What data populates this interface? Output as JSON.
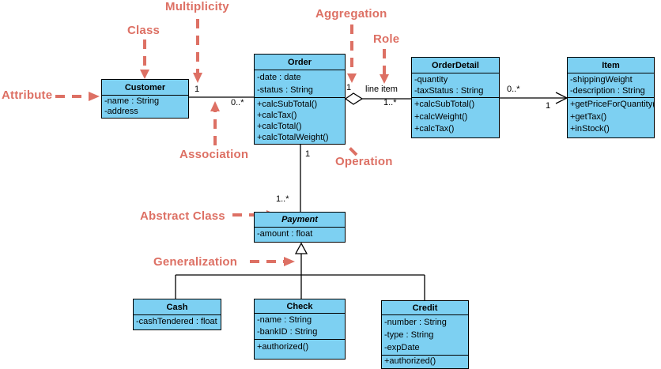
{
  "colors": {
    "box_fill": "#7dd0f2",
    "box_border": "#000000",
    "annotation": "#dd7064",
    "background": "#ffffff"
  },
  "classes": {
    "customer": {
      "name": "Customer",
      "attributes": [
        "-name : String",
        "-address"
      ],
      "operations": []
    },
    "order": {
      "name": "Order",
      "attributes": [
        "-date : date",
        "-status : String"
      ],
      "operations": [
        "+calcSubTotal()",
        "+calcTax()",
        "+calcTotal()",
        "+calcTotalWeight()"
      ]
    },
    "orderDetail": {
      "name": "OrderDetail",
      "attributes": [
        "-quantity",
        "-taxStatus : String"
      ],
      "operations": [
        "+calcSubTotal()",
        "+calcWeight()",
        "+calcTax()"
      ]
    },
    "item": {
      "name": "Item",
      "attributes": [
        "-shippingWeight",
        "-description : String"
      ],
      "operations": [
        "+getPriceForQuantity()",
        "+getTax()",
        "+inStock()"
      ]
    },
    "payment": {
      "name": "Payment",
      "abstract": true,
      "attributes": [
        "-amount : float"
      ],
      "operations": []
    },
    "cash": {
      "name": "Cash",
      "attributes": [
        "-cashTendered : float"
      ],
      "operations": []
    },
    "check": {
      "name": "Check",
      "attributes": [
        "-name : String",
        "-bankID : String"
      ],
      "operations": [
        "+authorized()"
      ]
    },
    "credit": {
      "name": "Credit",
      "attributes": [
        "-number : String",
        "-type : String",
        "-expDate"
      ],
      "operations": [
        "+authorized()"
      ]
    }
  },
  "annotations": {
    "multiplicity": "Multiplicity",
    "class": "Class",
    "aggregation": "Aggregation",
    "role": "Role",
    "attribute": "Attribute",
    "association": "Association",
    "operation": "Operation",
    "abstract_class": "Abstract Class",
    "generalization": "Generalization"
  },
  "multiplicities": {
    "customer_side": "1",
    "order_side": "0..*",
    "aggregate_side": "1",
    "role_name": "line item",
    "detail_side": "1..*",
    "detail_to_item": "0..*",
    "item_side": "1",
    "order_to_payment": "1",
    "payment_side": "1..*"
  }
}
